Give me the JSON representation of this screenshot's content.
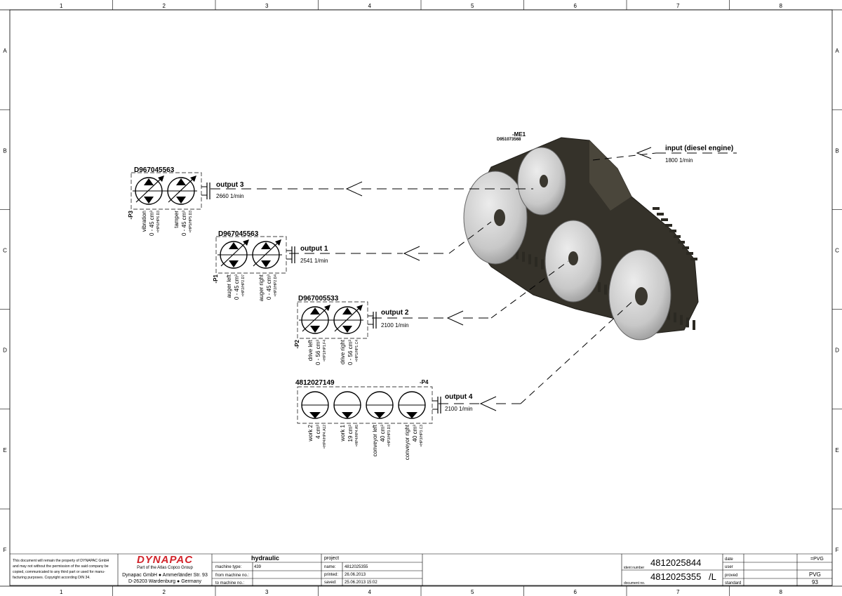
{
  "grid": {
    "columns": [
      "1",
      "2",
      "3",
      "4",
      "5",
      "6",
      "7",
      "8"
    ],
    "rows": [
      "A",
      "B",
      "C",
      "D",
      "E",
      "F"
    ]
  },
  "gearbox": {
    "tag": "-ME1",
    "part": "D951073568",
    "input_label": "input (diesel engine)",
    "input_speed": "1800 1/min"
  },
  "outputs": [
    {
      "label": "output 3",
      "speed": "2660 1/min",
      "part": "D967045563",
      "tag": "-P3",
      "pumps": [
        {
          "name": "vibration",
          "disp": "0 - 45 cm³",
          "ref": "=HP6/HP6.D3"
        },
        {
          "name": "tamper",
          "disp": "0 - 45 cm³",
          "ref": "=HP5/HP5.D3"
        }
      ]
    },
    {
      "label": "output 1",
      "speed": "2541 1/min",
      "part": "D967045563",
      "tag": "-P1",
      "pumps": [
        {
          "name": "auger left",
          "disp": "0 - 45 cm³",
          "ref": "=HP2/HP2.D7"
        },
        {
          "name": "auger right",
          "disp": "0 - 45 cm³",
          "ref": "=HP2/HP2.D4"
        }
      ]
    },
    {
      "label": "output 2",
      "speed": "2100 1/min",
      "part": "D967005533",
      "tag": "-P2",
      "pumps": [
        {
          "name": "drive left",
          "disp": "0 - 56 cm³",
          "ref": "=HP1/HP1.F4"
        },
        {
          "name": "drive right",
          "disp": "0 - 56 cm³",
          "ref": "=HP1/HP1.C4"
        }
      ]
    },
    {
      "label": "output 4",
      "speed": "2100 1/min",
      "part": "4812027149",
      "tag": "-P4",
      "pumps": [
        {
          "name": "work 2",
          "disp": "4 cm³",
          "ref": "=HP4/HP4.A12"
        },
        {
          "name": "work 1",
          "disp": "19 cm³",
          "ref": "=HP4/HP4.A5"
        },
        {
          "name": "conveyor left",
          "disp": "40 cm³",
          "ref": "=HP3/HP3.D3"
        },
        {
          "name": "conveyor right",
          "disp": "40 cm³",
          "ref": "=HP3/HP3.C3"
        }
      ]
    }
  ],
  "title_block": {
    "notice": [
      "This document will remain the property of DYNAPAC GmbH",
      "and may not without the permission of the said company be",
      "copied, communicated to any third part or used for manu-",
      "facturing purposes. Copyright according DIN 34."
    ],
    "brand": "DYNAPAC",
    "brand_sub": "Part of the Atlas Copco Group",
    "address": [
      "Dynapac GmbH ● Ammerländer Str. 93",
      "D-26203 Wardenburg ● Germany"
    ],
    "title": "hydraulic",
    "machine_type_label": "machine type:",
    "machine_type": "439",
    "from_label": "from machine no.:",
    "to_label": "to machine no.:",
    "project": "project",
    "name_label": "name:",
    "name": "4812025355",
    "printed_label": "printed:",
    "printed": "26.06.2013",
    "saved_label": "saved:",
    "saved": "25.06.2013  15:02",
    "ident_label": "ident number",
    "ident": "4812025844",
    "doc_label": "document no.",
    "doc": "4812025355",
    "doc_suffix": "/L",
    "date_label": "date",
    "date_value": "=PVG",
    "user_label": "user",
    "proved_label": "proved",
    "proved_value": "PVG",
    "standard_label": "standard",
    "standard_value": "93"
  },
  "colors": {
    "brand": "#d2232a",
    "body": "#35322a",
    "disc": "#c9c9c9"
  }
}
